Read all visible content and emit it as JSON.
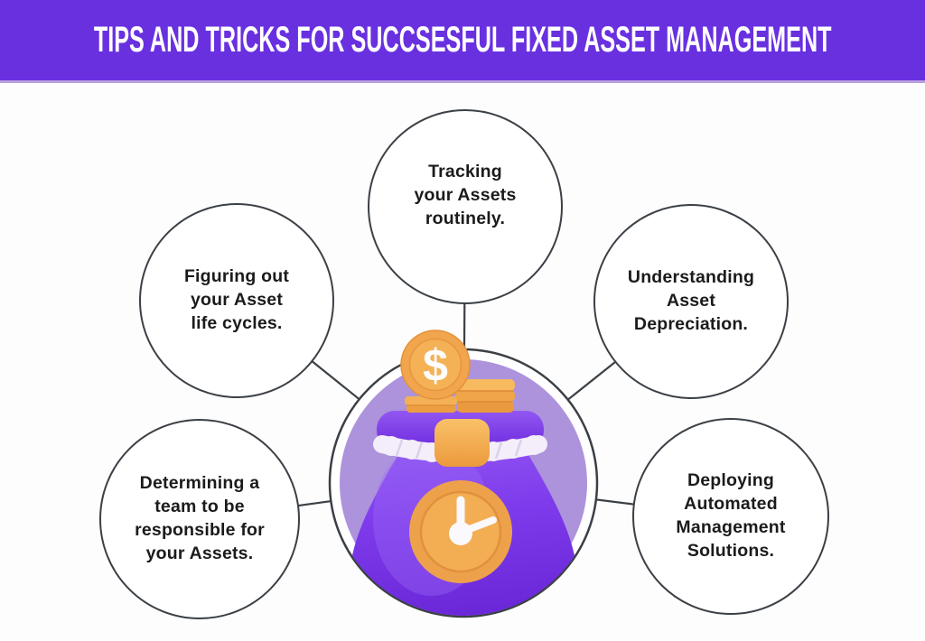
{
  "banner": {
    "title": "TIPS AND TRICKS FOR SUCCSESFUL FIXED ASSET MANAGEMENT",
    "bg_color": "#6930E0",
    "text_color": "#FFFFFF"
  },
  "bubbles": [
    {
      "id": "tracking",
      "label": "Tracking\nyour Assets\nroutinely."
    },
    {
      "id": "figuring",
      "label": "Figuring out\nyour Asset\nlife cycles."
    },
    {
      "id": "understanding",
      "label": "Understanding\nAsset\nDepreciation."
    },
    {
      "id": "determining",
      "label": "Determining a\nteam to be\nresponsible for\nyour Assets."
    },
    {
      "id": "deploying",
      "label": "Deploying\nAutomated\nManagement\nSolutions."
    }
  ],
  "center": {
    "icon": "money-bag-with-dollar-coin-stacks-and-clock",
    "dollar_symbol": "$"
  },
  "colors": {
    "connector": "#3B4046",
    "bubble_border": "#3B4046",
    "lavender_circle": "#AC93DC",
    "bag_purple": "#7E3BEC",
    "coin_orange": "#F1A54C",
    "rope_white": "#F3EEF9",
    "label_text": "#1B1B1B"
  }
}
